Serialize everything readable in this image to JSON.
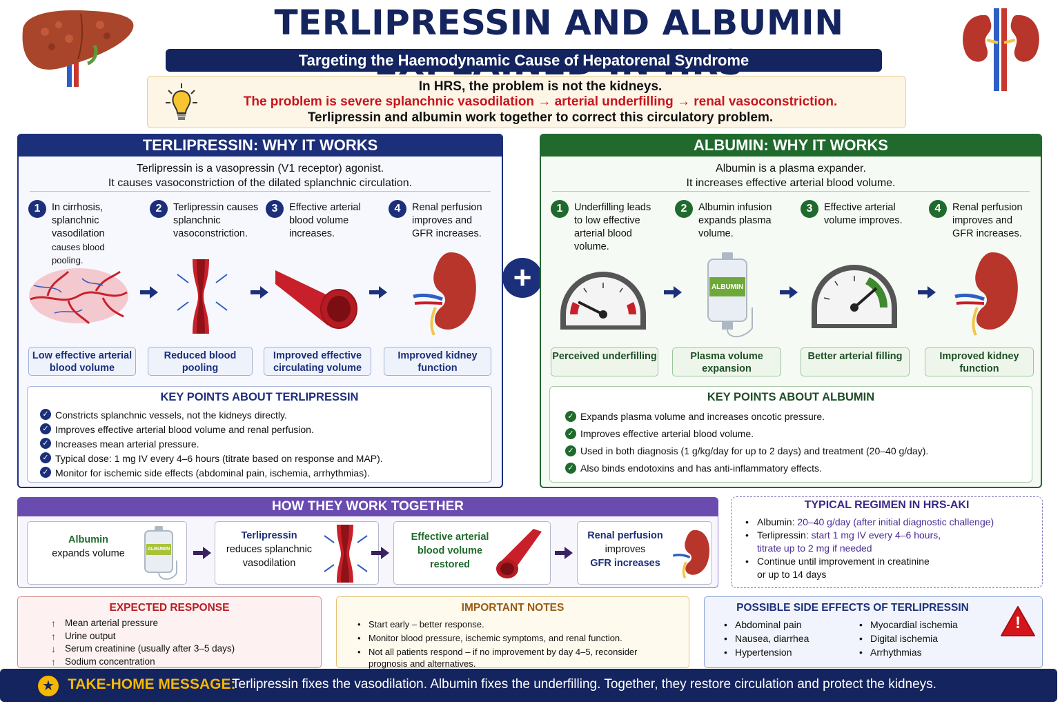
{
  "header": {
    "title": "TERLIPRESSIN AND ALBUMIN EXPLAINED IN HRS",
    "subtitle": "Targeting the Haemodynamic Cause of Hepatorenal Syndrome"
  },
  "intro": {
    "line1": "In HRS, the problem is not the kidneys.",
    "line2": "The problem is severe splanchnic vasodilation → arterial underfilling → renal vasoconstriction.",
    "line3": "Terlipressin and albumin work together to correct this circulatory problem."
  },
  "terlipressin": {
    "heading": "TERLIPRESSIN: WHY IT WORKS",
    "intro1": "Terlipressin is a vasopressin (V1 receptor) agonist.",
    "intro2": "It causes vasoconstriction of the dilated splanchnic circulation.",
    "steps": [
      {
        "num": "1",
        "text_main": "In cirrhosis, splanchnic vasodilation",
        "text_small": "causes blood pooling."
      },
      {
        "num": "2",
        "text": "Terlipressin causes splanchnic vasoconstriction."
      },
      {
        "num": "3",
        "text": "Effective arterial blood volume increases."
      },
      {
        "num": "4",
        "text": "Renal perfusion improves and GFR increases."
      }
    ],
    "captions": [
      "Low effective arterial blood volume",
      "Reduced blood pooling",
      "Improved effective circulating volume",
      "Improved kidney function"
    ],
    "key_heading": "KEY POINTS ABOUT TERLIPRESSIN",
    "key_points": [
      "Constricts splanchnic vessels, not the kidneys directly.",
      "Improves effective arterial blood volume and renal perfusion.",
      "Increases mean arterial pressure.",
      "Typical dose: 1 mg IV every 4–6 hours (titrate based on response and MAP).",
      "Monitor for ischemic side effects (abdominal pain, ischemia, arrhythmias)."
    ]
  },
  "albumin": {
    "heading": "ALBUMIN: WHY IT WORKS",
    "intro1": "Albumin is a plasma expander.",
    "intro2": "It increases effective arterial blood volume.",
    "steps": [
      {
        "num": "1",
        "text": "Underfilling leads to low effective arterial blood volume."
      },
      {
        "num": "2",
        "text": "Albumin infusion expands plasma volume."
      },
      {
        "num": "3",
        "text": "Effective arterial volume improves."
      },
      {
        "num": "4",
        "text": "Renal perfusion improves and GFR increases."
      }
    ],
    "bag_label": "ALBUMIN",
    "captions": [
      "Perceived underfilling",
      "Plasma volume expansion",
      "Better arterial filling",
      "Improved kidney function"
    ],
    "key_heading": "KEY POINTS ABOUT ALBUMIN",
    "key_points": [
      "Expands plasma volume and increases oncotic pressure.",
      "Improves effective arterial blood volume.",
      "Used in both diagnosis (1 g/kg/day for up to 2 days) and treatment (20–40 g/day).",
      "Also binds endotoxins and has anti-inflammatory effects."
    ]
  },
  "plus_sign": "+",
  "together": {
    "heading": "HOW THEY WORK TOGETHER",
    "boxes": [
      {
        "title": "Albumin",
        "rest": "expands volume"
      },
      {
        "title": "Terlipressin",
        "rest": "reduces splanchnic vasodilation"
      },
      {
        "title": "Effective arterial blood volume restored",
        "rest": ""
      },
      {
        "title": "Renal perfusion",
        "rest": "improves",
        "rest2": "GFR increases"
      }
    ],
    "small_bag_label": "ALBUMIN"
  },
  "regimen": {
    "heading": "TYPICAL REGIMEN IN HRS-AKI",
    "items": [
      {
        "label": "Albumin:",
        "value": "20–40 g/day (after initial diagnostic challenge)"
      },
      {
        "label": "Terlipressin:",
        "value": "start 1 mg IV every 4–6 hours, titrate up to 2 mg if needed"
      },
      {
        "label": "",
        "value": "Continue until improvement in creatinine or up to 14 days"
      }
    ]
  },
  "expected": {
    "heading": "EXPECTED RESPONSE",
    "items": [
      {
        "dir": "↑",
        "text": "Mean arterial pressure"
      },
      {
        "dir": "↑",
        "text": "Urine output"
      },
      {
        "dir": "↓",
        "text": "Serum creatinine (usually after 3–5 days)"
      },
      {
        "dir": "↑",
        "text": "Sodium concentration"
      }
    ]
  },
  "notes": {
    "heading": "IMPORTANT NOTES",
    "items": [
      "Start early – better response.",
      "Monitor blood pressure, ischemic symptoms, and renal function.",
      "Not all patients respond – if no improvement by day 4–5, reconsider prognosis and alternatives."
    ]
  },
  "side_effects": {
    "heading": "POSSIBLE SIDE EFFECTS OF TERLIPRESSIN",
    "col1": [
      "Abdominal pain",
      "Nausea, diarrhea",
      "Hypertension"
    ],
    "col2": [
      "Myocardial ischemia",
      "Digital ischemia",
      "Arrhythmias"
    ],
    "warning_glyph": "!"
  },
  "takehome": {
    "star": "★",
    "label": "TAKE-HOME MESSAGE:",
    "text": "Terlipressin fixes the vasodilation. Albumin fixes the underfilling. Together, they restore circulation and protect the kidneys."
  },
  "colors": {
    "navy": "#14245e",
    "blue": "#1c2f7a",
    "green": "#1f6a2c",
    "red": "#c7141d",
    "purple": "#6a4bb0",
    "gold": "#f5b700"
  },
  "icons": [
    "liver-icon",
    "kidneys-icon",
    "lightbulb-icon",
    "vessel-network-icon",
    "constricted-vessel-icon",
    "open-vessel-icon",
    "kidney-icon",
    "gauge-low-icon",
    "iv-bag-icon",
    "gauge-high-icon",
    "warning-icon",
    "star-icon",
    "check-icon",
    "arrow-right-icon"
  ]
}
